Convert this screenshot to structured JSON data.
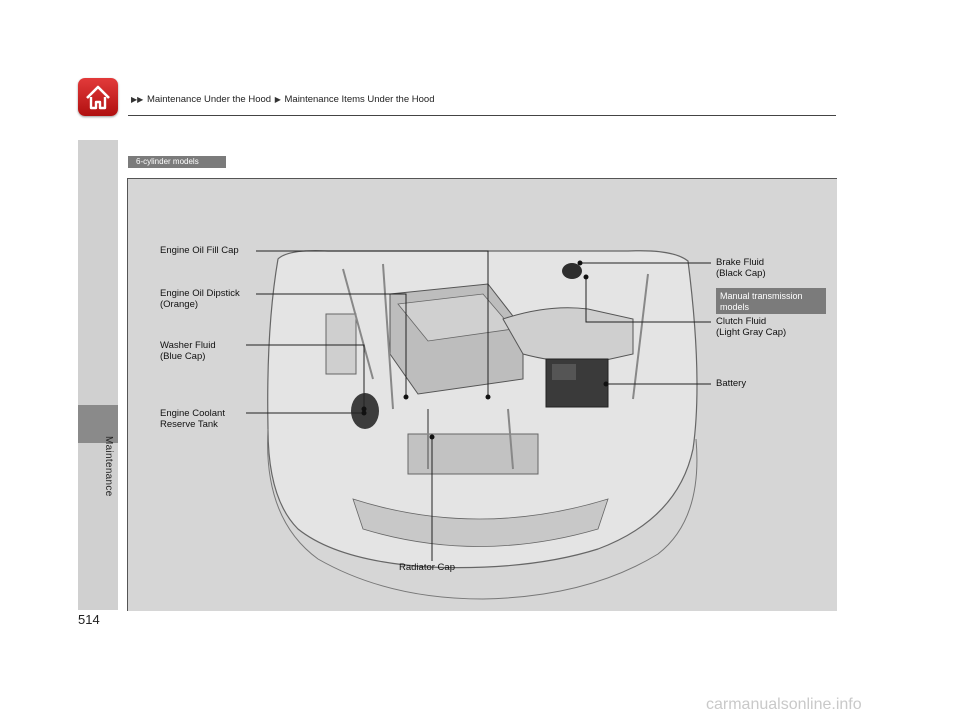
{
  "breadcrumb": {
    "level1": "Maintenance Under the Hood",
    "level2": "Maintenance Items Under the Hood"
  },
  "section_tab": "Maintenance",
  "figure_tag": "6-cylinder models",
  "callouts": {
    "engine_oil_fill_cap": "Engine Oil Fill Cap",
    "engine_oil_dipstick": "Engine Oil Dipstick\n(Orange)",
    "washer_fluid": "Washer Fluid\n(Blue Cap)",
    "engine_coolant": "Engine Coolant\nReserve Tank",
    "radiator_cap": "Radiator Cap",
    "brake_fluid": "Brake Fluid\n(Black Cap)",
    "manual_badge": "Manual transmission\nmodels",
    "clutch_fluid": "Clutch Fluid\n(Light Gray Cap)",
    "battery": "Battery"
  },
  "page_number": "514",
  "watermark": "carmanualsonline.info"
}
